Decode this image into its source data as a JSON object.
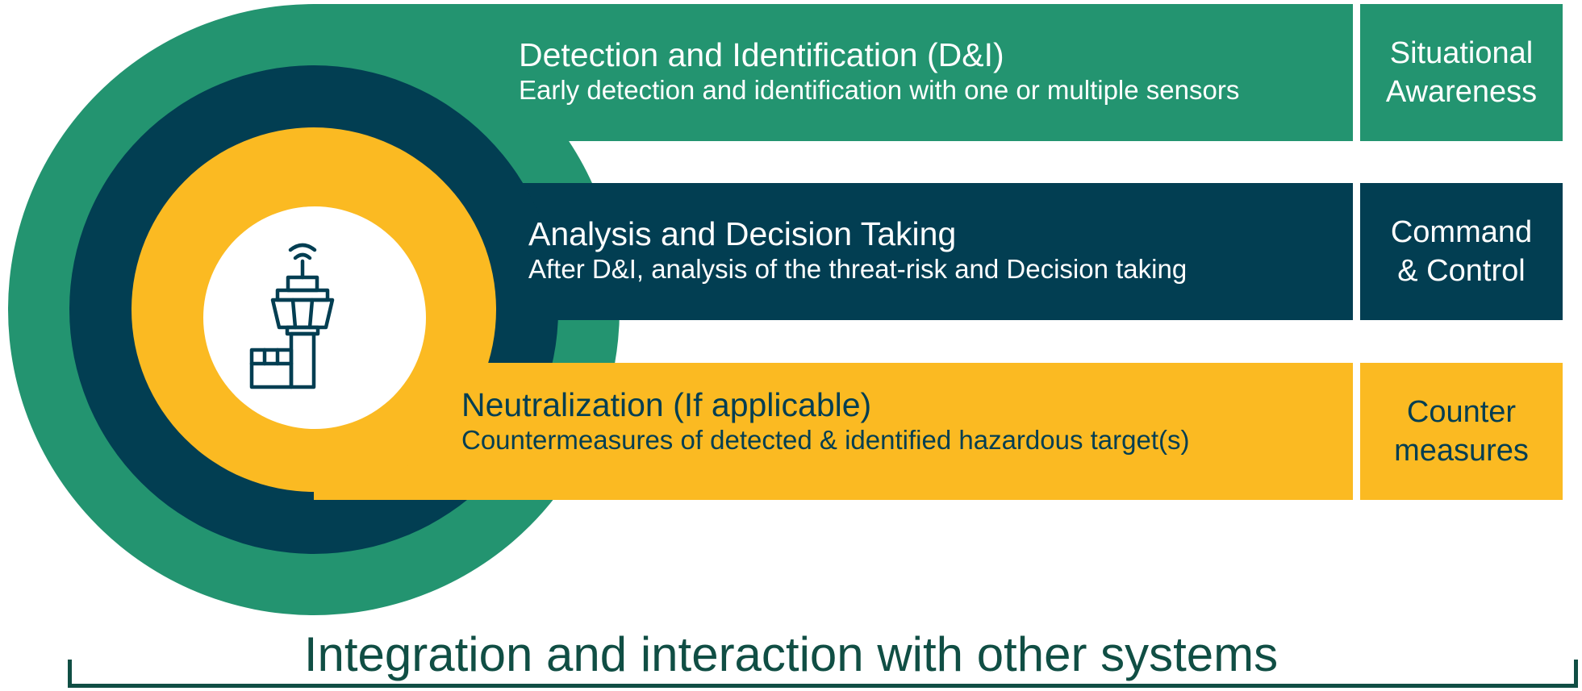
{
  "layers": [
    {
      "title": "Detection and Identification (D&I)",
      "description": "Early detection and identification with one or multiple sensors",
      "category": "Situational\nAwareness"
    },
    {
      "title": "Analysis and Decision Taking",
      "description": "After D&I, analysis of the threat-risk and Decision taking",
      "category": "Command\n& Control"
    },
    {
      "title": "Neutralization (If applicable)",
      "description": "Countermeasures of detected & identified hazardous target(s)",
      "category": "Counter\nmeasures"
    }
  ],
  "footer": {
    "label": "Integration and interaction with other systems"
  },
  "center_icon": "control-tower-icon",
  "colors": {
    "green": "#239470",
    "navy": "#023e52",
    "yellow": "#fbba22",
    "footer_text": "#104e44"
  }
}
